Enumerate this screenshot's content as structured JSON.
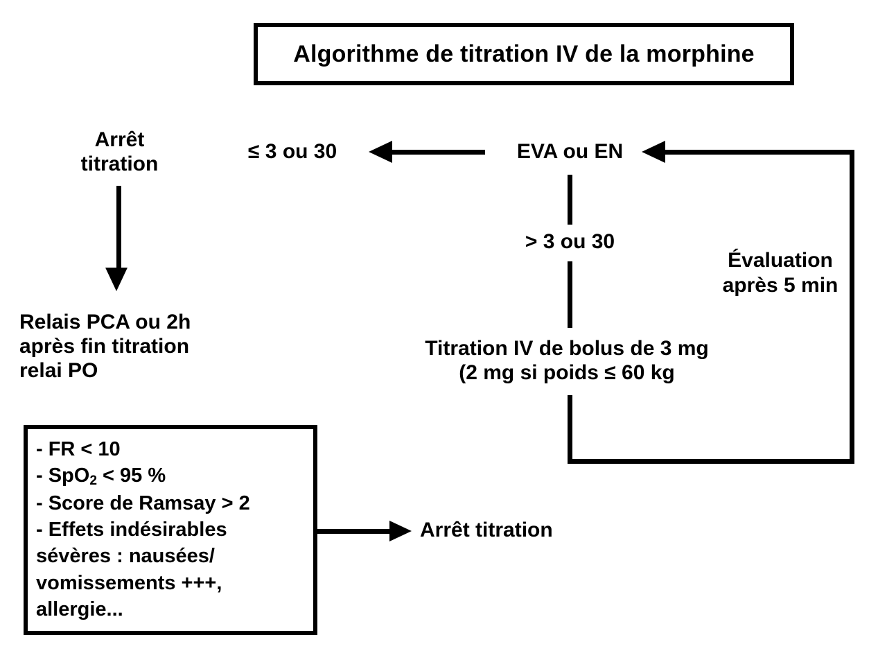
{
  "diagram": {
    "title": "Algorithme de titration IV de la morphine",
    "nodes": {
      "stop_titration_top": "Arrêt\ntitration",
      "score_low": "≤ 3 ou 30",
      "assessment": "EVA ou EN",
      "score_high": "> 3 ou 30",
      "titration_bolus": "Titration IV de bolus de 3 mg\n(2 mg si poids ≤ 60 kg",
      "reevaluation": "Évaluation\naprès 5 min",
      "relay": "Relais PCA ou 2h\naprès fin titration\nrelai PO",
      "stop_titration_bottom": "Arrêt titration"
    },
    "criteria_box": {
      "lines": [
        "- FR < 10",
        "- Score de Ramsay > 2",
        "- Effets indésirables",
        "sévères : nausées/",
        "vomissements +++,",
        "allergie..."
      ],
      "spo2_prefix": "- SpO",
      "spo2_subscript": "2",
      "spo2_suffix": " < 95 %"
    },
    "colors": {
      "ink": "#000000",
      "background": "#ffffff"
    },
    "edge_labels": {
      "loop_label": "Évaluation après 5 min",
      "branch_low": "≤ 3 ou 30",
      "branch_high": "> 3 ou 30"
    }
  }
}
